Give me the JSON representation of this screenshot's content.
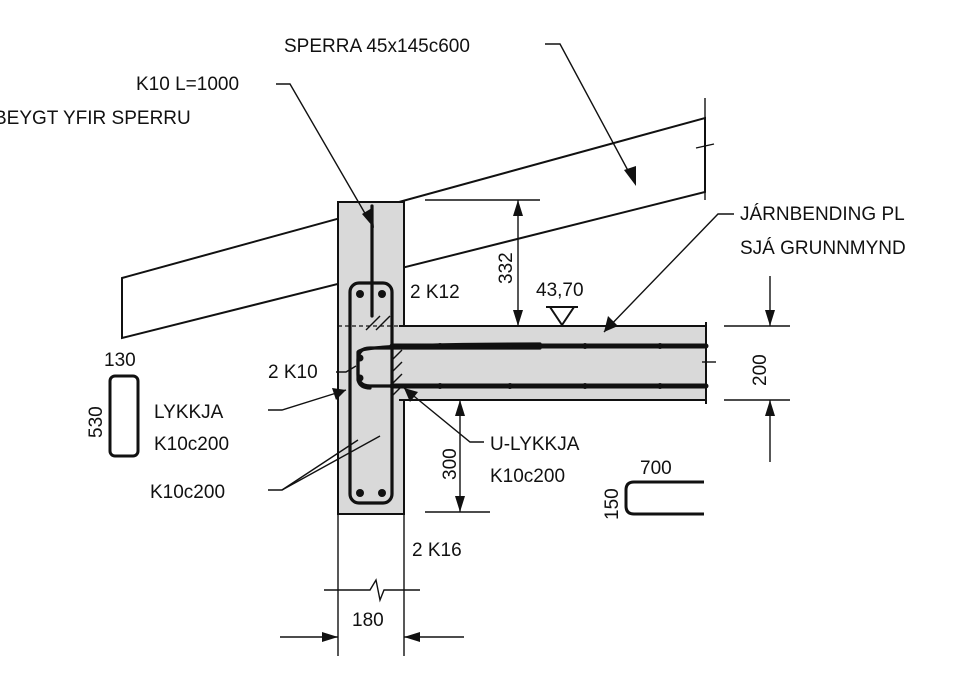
{
  "labels": {
    "sperra": "SPERRA 45x145c600",
    "k10_l": "K10 L=1000",
    "beygt": "BEYGT YFIR SPERRU",
    "jarnbending": "JÁRNBENDING PL",
    "sja": "SJÁ GRUNNMYND",
    "k12": "2 K12",
    "dim332": "332",
    "level": "43,70",
    "k10_2": "2 K10",
    "dim200": "200",
    "dim130": "130",
    "dim530": "530",
    "lykkja": "LYKKJA",
    "lykkja_k": "K10c200",
    "ulykkja": "U-LYKKJA",
    "ulykkja_k": "K10c200",
    "dim300": "300",
    "dim700": "700",
    "dim150": "150",
    "k10c200": "K10c200",
    "k16": "2 K16",
    "dim180": "180"
  },
  "colors": {
    "ink": "#111111",
    "concrete": "#d9d9d9",
    "background": "#ffffff"
  }
}
